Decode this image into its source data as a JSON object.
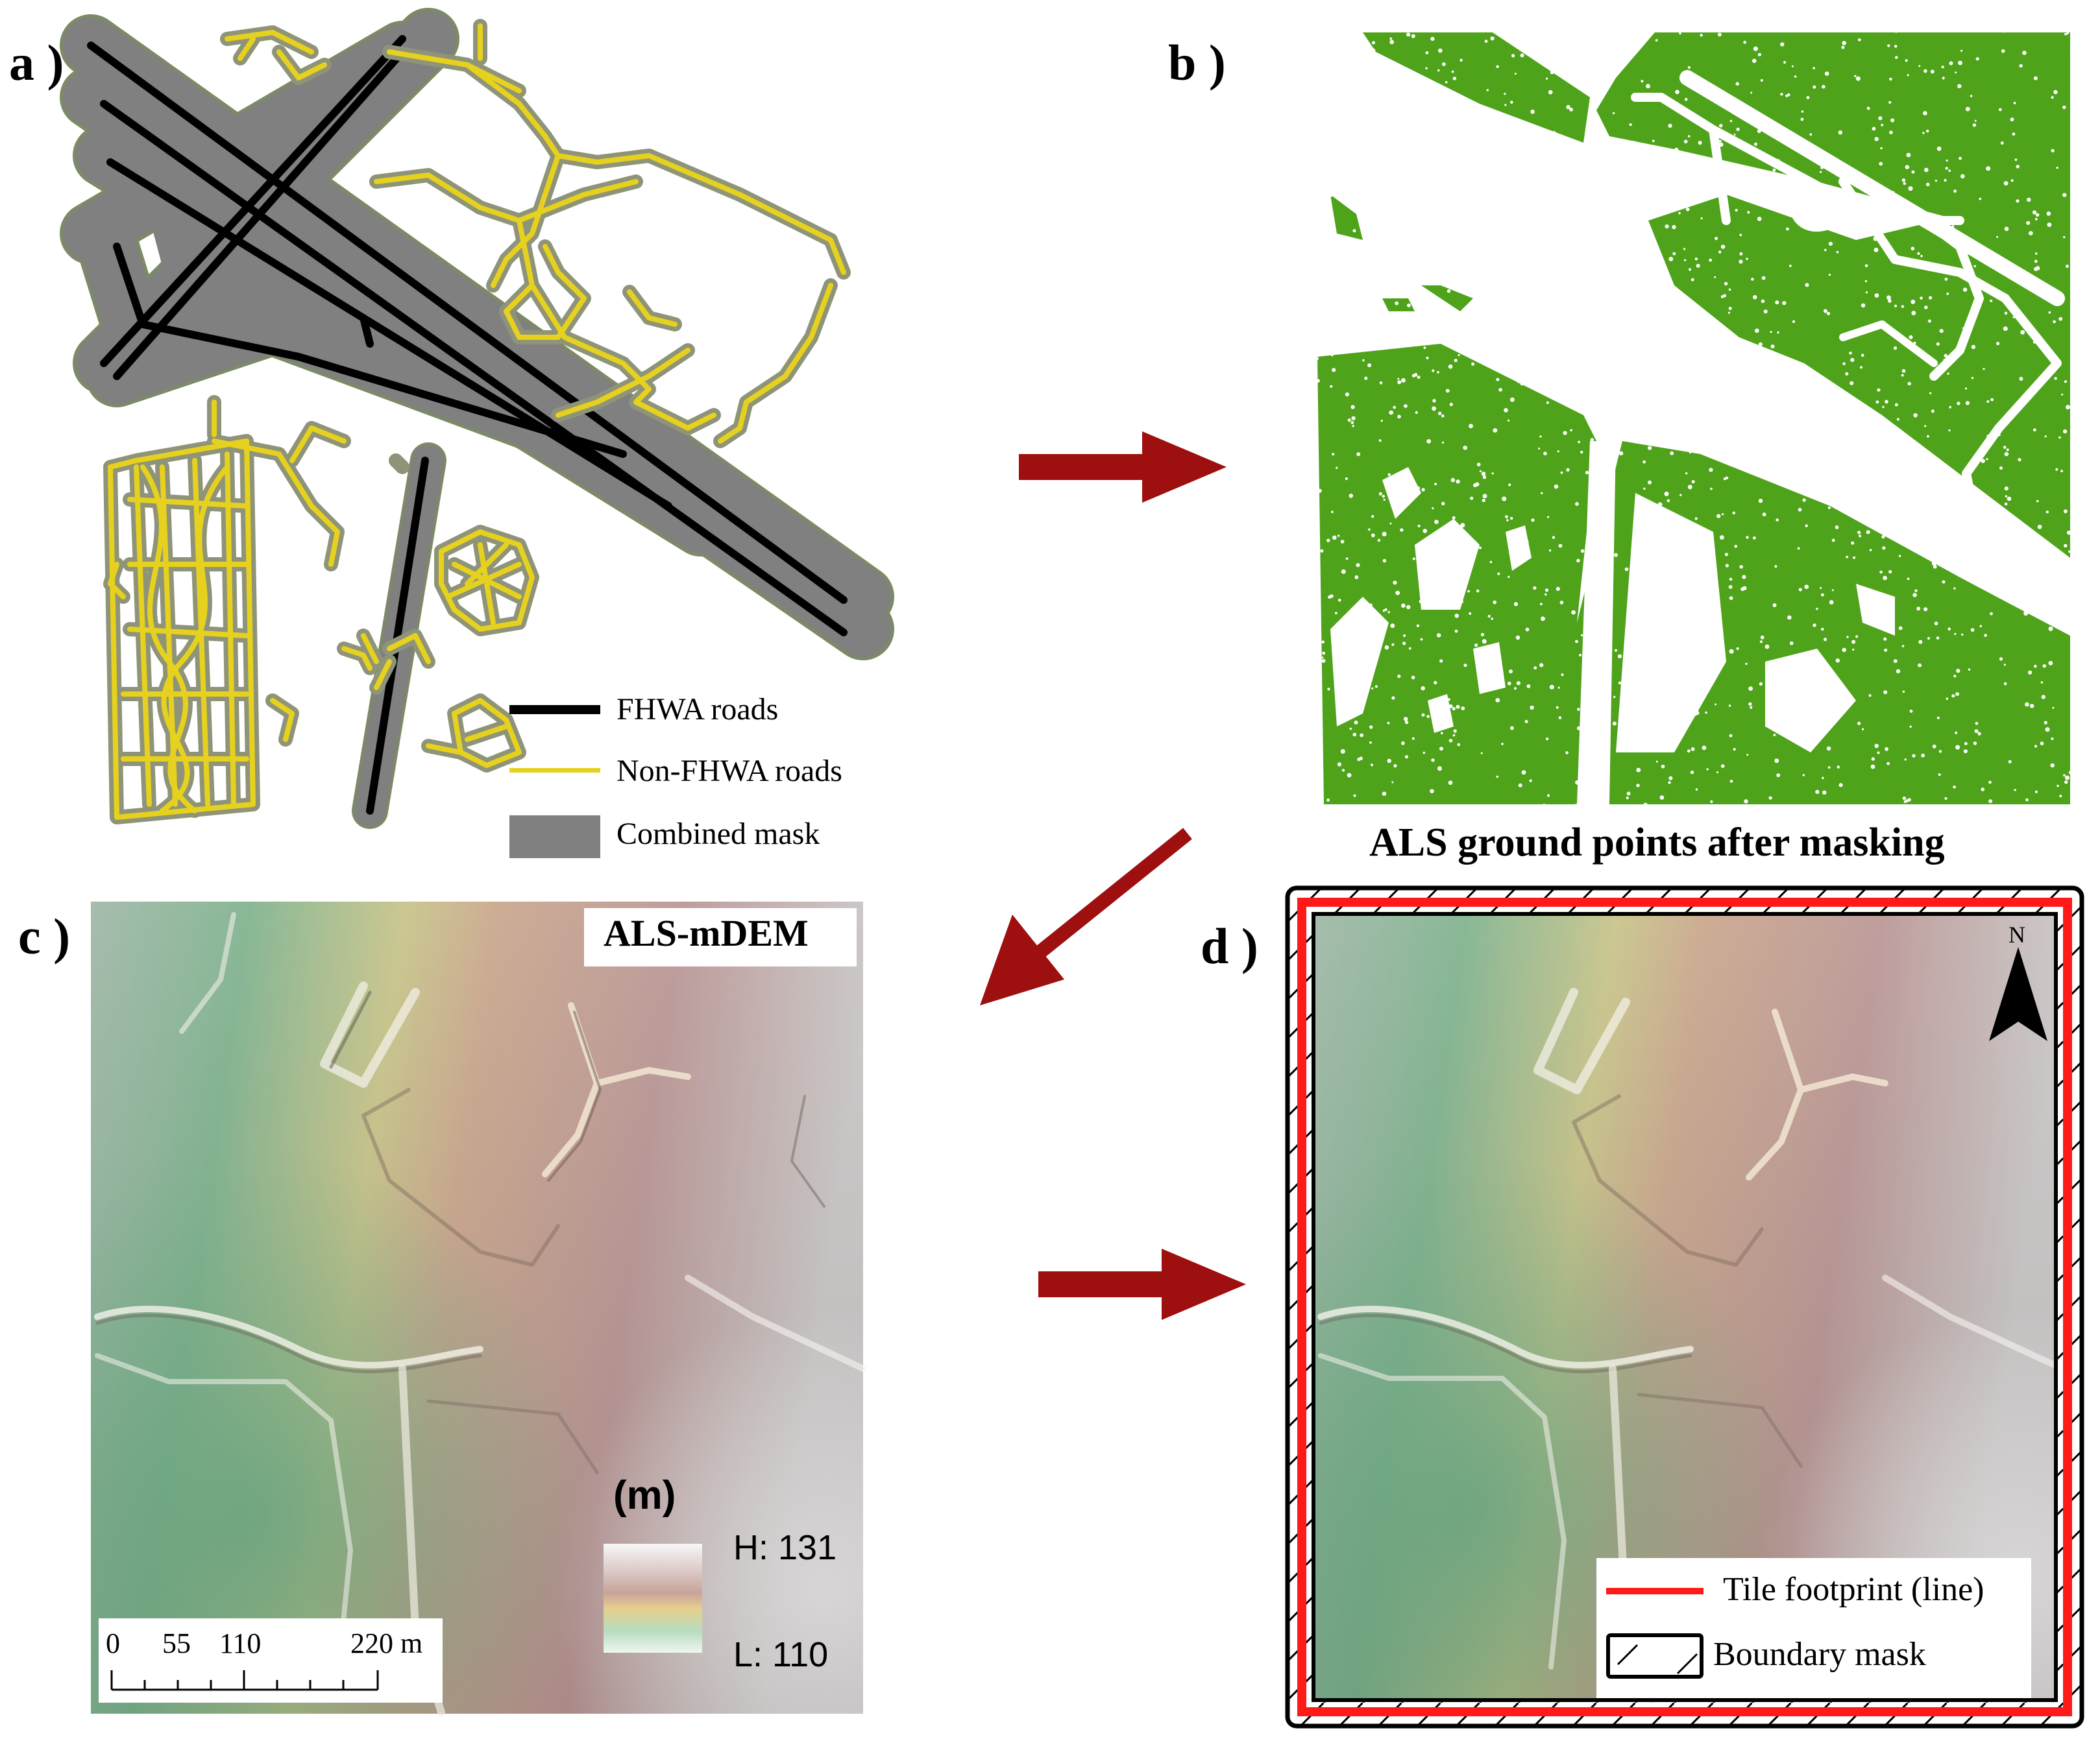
{
  "panels": {
    "a": {
      "label": "a )",
      "legend": [
        {
          "label": "FHWA roads",
          "color": "#000000"
        },
        {
          "label": "Non-FHWA roads",
          "color": "#e6d21e"
        },
        {
          "label": "Combined mask",
          "color": "#7f7f7f"
        }
      ]
    },
    "b": {
      "label": "b )",
      "caption": "ALS ground points after masking",
      "point_color": "#4ea31a"
    },
    "c": {
      "label": "c )",
      "title": "ALS-mDEM",
      "colorbar": {
        "unit": "(m)",
        "high": "H: 131",
        "low": "L: 110"
      },
      "scalebar": {
        "ticks": [
          "0",
          "55",
          "110",
          "220 m"
        ]
      }
    },
    "d": {
      "label": "d )",
      "north": "N",
      "legend": [
        {
          "label": "Tile footprint (line)",
          "color": "#ff1a1a"
        },
        {
          "label": "Boundary mask",
          "color": "#000000"
        }
      ]
    }
  },
  "colors": {
    "arrow": "#9e0f0f"
  }
}
